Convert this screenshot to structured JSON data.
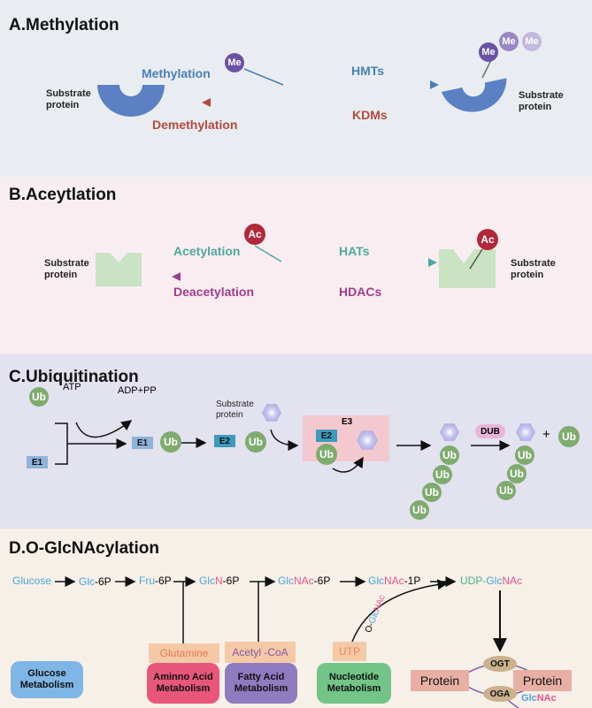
{
  "panelA": {
    "title": "A.Methylation",
    "substrate": [
      "Substrate",
      "protein"
    ],
    "forward_label": "Methylation",
    "forward_enzyme": "HMTs",
    "reverse_label": "Demethylation",
    "reverse_enzyme": "KDMs",
    "me": "Me",
    "colors": {
      "forward": "#4a7fb7",
      "reverse": "#b24a3c",
      "shape": "#5b80c3"
    }
  },
  "panelB": {
    "title": "B.Aceytlation",
    "substrate": [
      "Substrate",
      "protein"
    ],
    "forward_label": "Acetylation",
    "forward_enzyme": "HATs",
    "reverse_label": "Deacetylation",
    "reverse_enzyme": "HDACs",
    "ac": "Ac",
    "colors": {
      "forward": "#4fa7a0",
      "reverse": "#a13c8e",
      "shape": "#c9e3c3",
      "ac": "#b1283a"
    }
  },
  "panelC": {
    "title": "C.Ubiquitination",
    "ub": "Ub",
    "atp": "ATP",
    "adp": "ADP+PP",
    "e1": "E1",
    "e2": "E2",
    "e3": "E3",
    "substrate": [
      "Substrate",
      "protein"
    ],
    "dub": "DUB",
    "plus": "+"
  },
  "panelD": {
    "title": "D.O-GlcNAcylation",
    "pathway": {
      "glucose": "Glucose",
      "glc6p": [
        "Glc",
        "-6P"
      ],
      "fru6p": [
        "Fru",
        "-6P"
      ],
      "glcn6p": [
        "Glc",
        "N",
        "-6P"
      ],
      "glcnac6p": [
        "Glc",
        "NAc",
        "-6P"
      ],
      "glcnac1p": [
        "Glc",
        "NAc",
        "-1P"
      ],
      "udpglcnac": [
        "UDP-",
        "Glc",
        "NAc"
      ]
    },
    "inputs": {
      "glutamine": "Glutamine",
      "acetylcoa": "Acetyl -CoA",
      "utp": "UTP"
    },
    "rotated": [
      "O",
      "-",
      "Glc",
      "NAc"
    ],
    "protein": "Protein",
    "ogt": "OGT",
    "oga": "OGA",
    "released": [
      "Glc",
      "NAc"
    ],
    "metabolism": {
      "glucose": [
        "Glucose",
        "Metabolism"
      ],
      "amino": [
        "Aminno Acid",
        "Metabolism"
      ],
      "fatty": [
        "Fatty Acid",
        "Metabolism"
      ],
      "nucleotide": [
        "Nucleotide",
        "Metabolism"
      ]
    },
    "colors": {
      "blue": "#4aa3dc",
      "pink": "#e8538f",
      "purple": "#7d5aa8"
    }
  }
}
